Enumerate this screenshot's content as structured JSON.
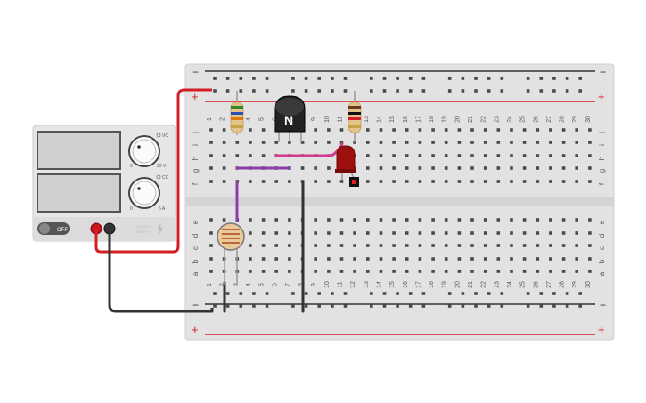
{
  "power_supply": {
    "switch_label": "OFF",
    "knob1_label": "VC",
    "knob2_label": "CC",
    "knob1_min": "0",
    "knob1_max": "30 V",
    "knob2_min": "0",
    "knob2_max": "5 A",
    "faint_label_1": "VOLTAGE",
    "faint_label_2": "SUPPLY"
  },
  "breadboard": {
    "columns": [
      "1",
      "2",
      "3",
      "4",
      "5",
      "6",
      "7",
      "8",
      "9",
      "10",
      "11",
      "12",
      "13",
      "14",
      "15",
      "16",
      "17",
      "18",
      "19",
      "20",
      "21",
      "22",
      "23",
      "24",
      "25",
      "26",
      "27",
      "28",
      "29",
      "30"
    ],
    "rows_top": [
      "j",
      "i",
      "h",
      "g",
      "f"
    ],
    "rows_bottom": [
      "e",
      "d",
      "c",
      "b",
      "a"
    ],
    "rail_plus": "+",
    "rail_minus": "−"
  },
  "transistor": {
    "marking": "N"
  },
  "colors": {
    "red_wire": "#d11f25",
    "black_wire": "#333333",
    "purple_wire": "#8a3fa8",
    "pink_wire": "#d33a8e",
    "led": "#9e1010"
  }
}
